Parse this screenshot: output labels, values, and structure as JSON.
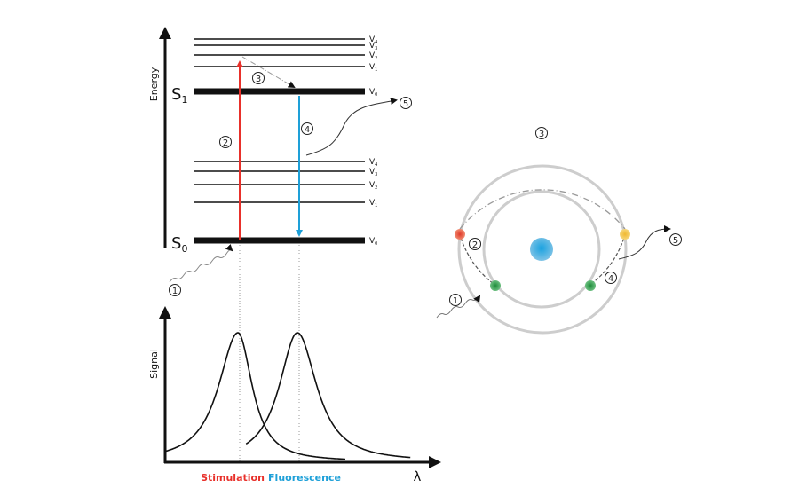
{
  "colors": {
    "excitation": "#e8302a",
    "emission": "#1ea0d8",
    "axis": "#111111",
    "orbit": "#cccccc",
    "nucleus": "#2aa0dc",
    "electron_excited_red": "#e85a3a",
    "electron_excited_yellow": "#f2c042",
    "electron_ground": "#2e9a48"
  },
  "energy_diagram": {
    "axis_label": "Energy",
    "excited_state": {
      "label": "S",
      "subscript": "1",
      "levels": [
        {
          "name": "V",
          "sub": "4"
        },
        {
          "name": "V",
          "sub": "3"
        },
        {
          "name": "V",
          "sub": "2"
        },
        {
          "name": "V",
          "sub": "1"
        },
        {
          "name": "V",
          "sub": "0"
        }
      ]
    },
    "ground_state": {
      "label": "S",
      "subscript": "0",
      "levels": [
        {
          "name": "V",
          "sub": "4"
        },
        {
          "name": "V",
          "sub": "3"
        },
        {
          "name": "V",
          "sub": "2"
        },
        {
          "name": "V",
          "sub": "1"
        },
        {
          "name": "V",
          "sub": "0"
        }
      ]
    },
    "steps": {
      "absorption": "1",
      "excitation": "2",
      "relaxation": "3",
      "emission": "4",
      "photon_out": "5"
    }
  },
  "spectrum": {
    "y_label": "Signal",
    "x_label": "λ",
    "stimulation_label": "Stimulation",
    "fluorescence_label": "Fluorescence"
  },
  "atom_model": {
    "steps": {
      "absorption": "1",
      "excitation": "2",
      "relaxation": "3",
      "emission": "4",
      "photon_out": "5"
    }
  },
  "chart_data": {
    "type": "line",
    "title": "",
    "xlabel": "λ",
    "ylabel": "Signal",
    "series": [
      {
        "name": "Stimulation",
        "peak_position": 0.27,
        "peak_height": 1.0,
        "shape": "bell"
      },
      {
        "name": "Fluorescence",
        "peak_position": 0.49,
        "peak_height": 1.0,
        "shape": "bell"
      }
    ],
    "grid": false,
    "legend": "bottom"
  }
}
